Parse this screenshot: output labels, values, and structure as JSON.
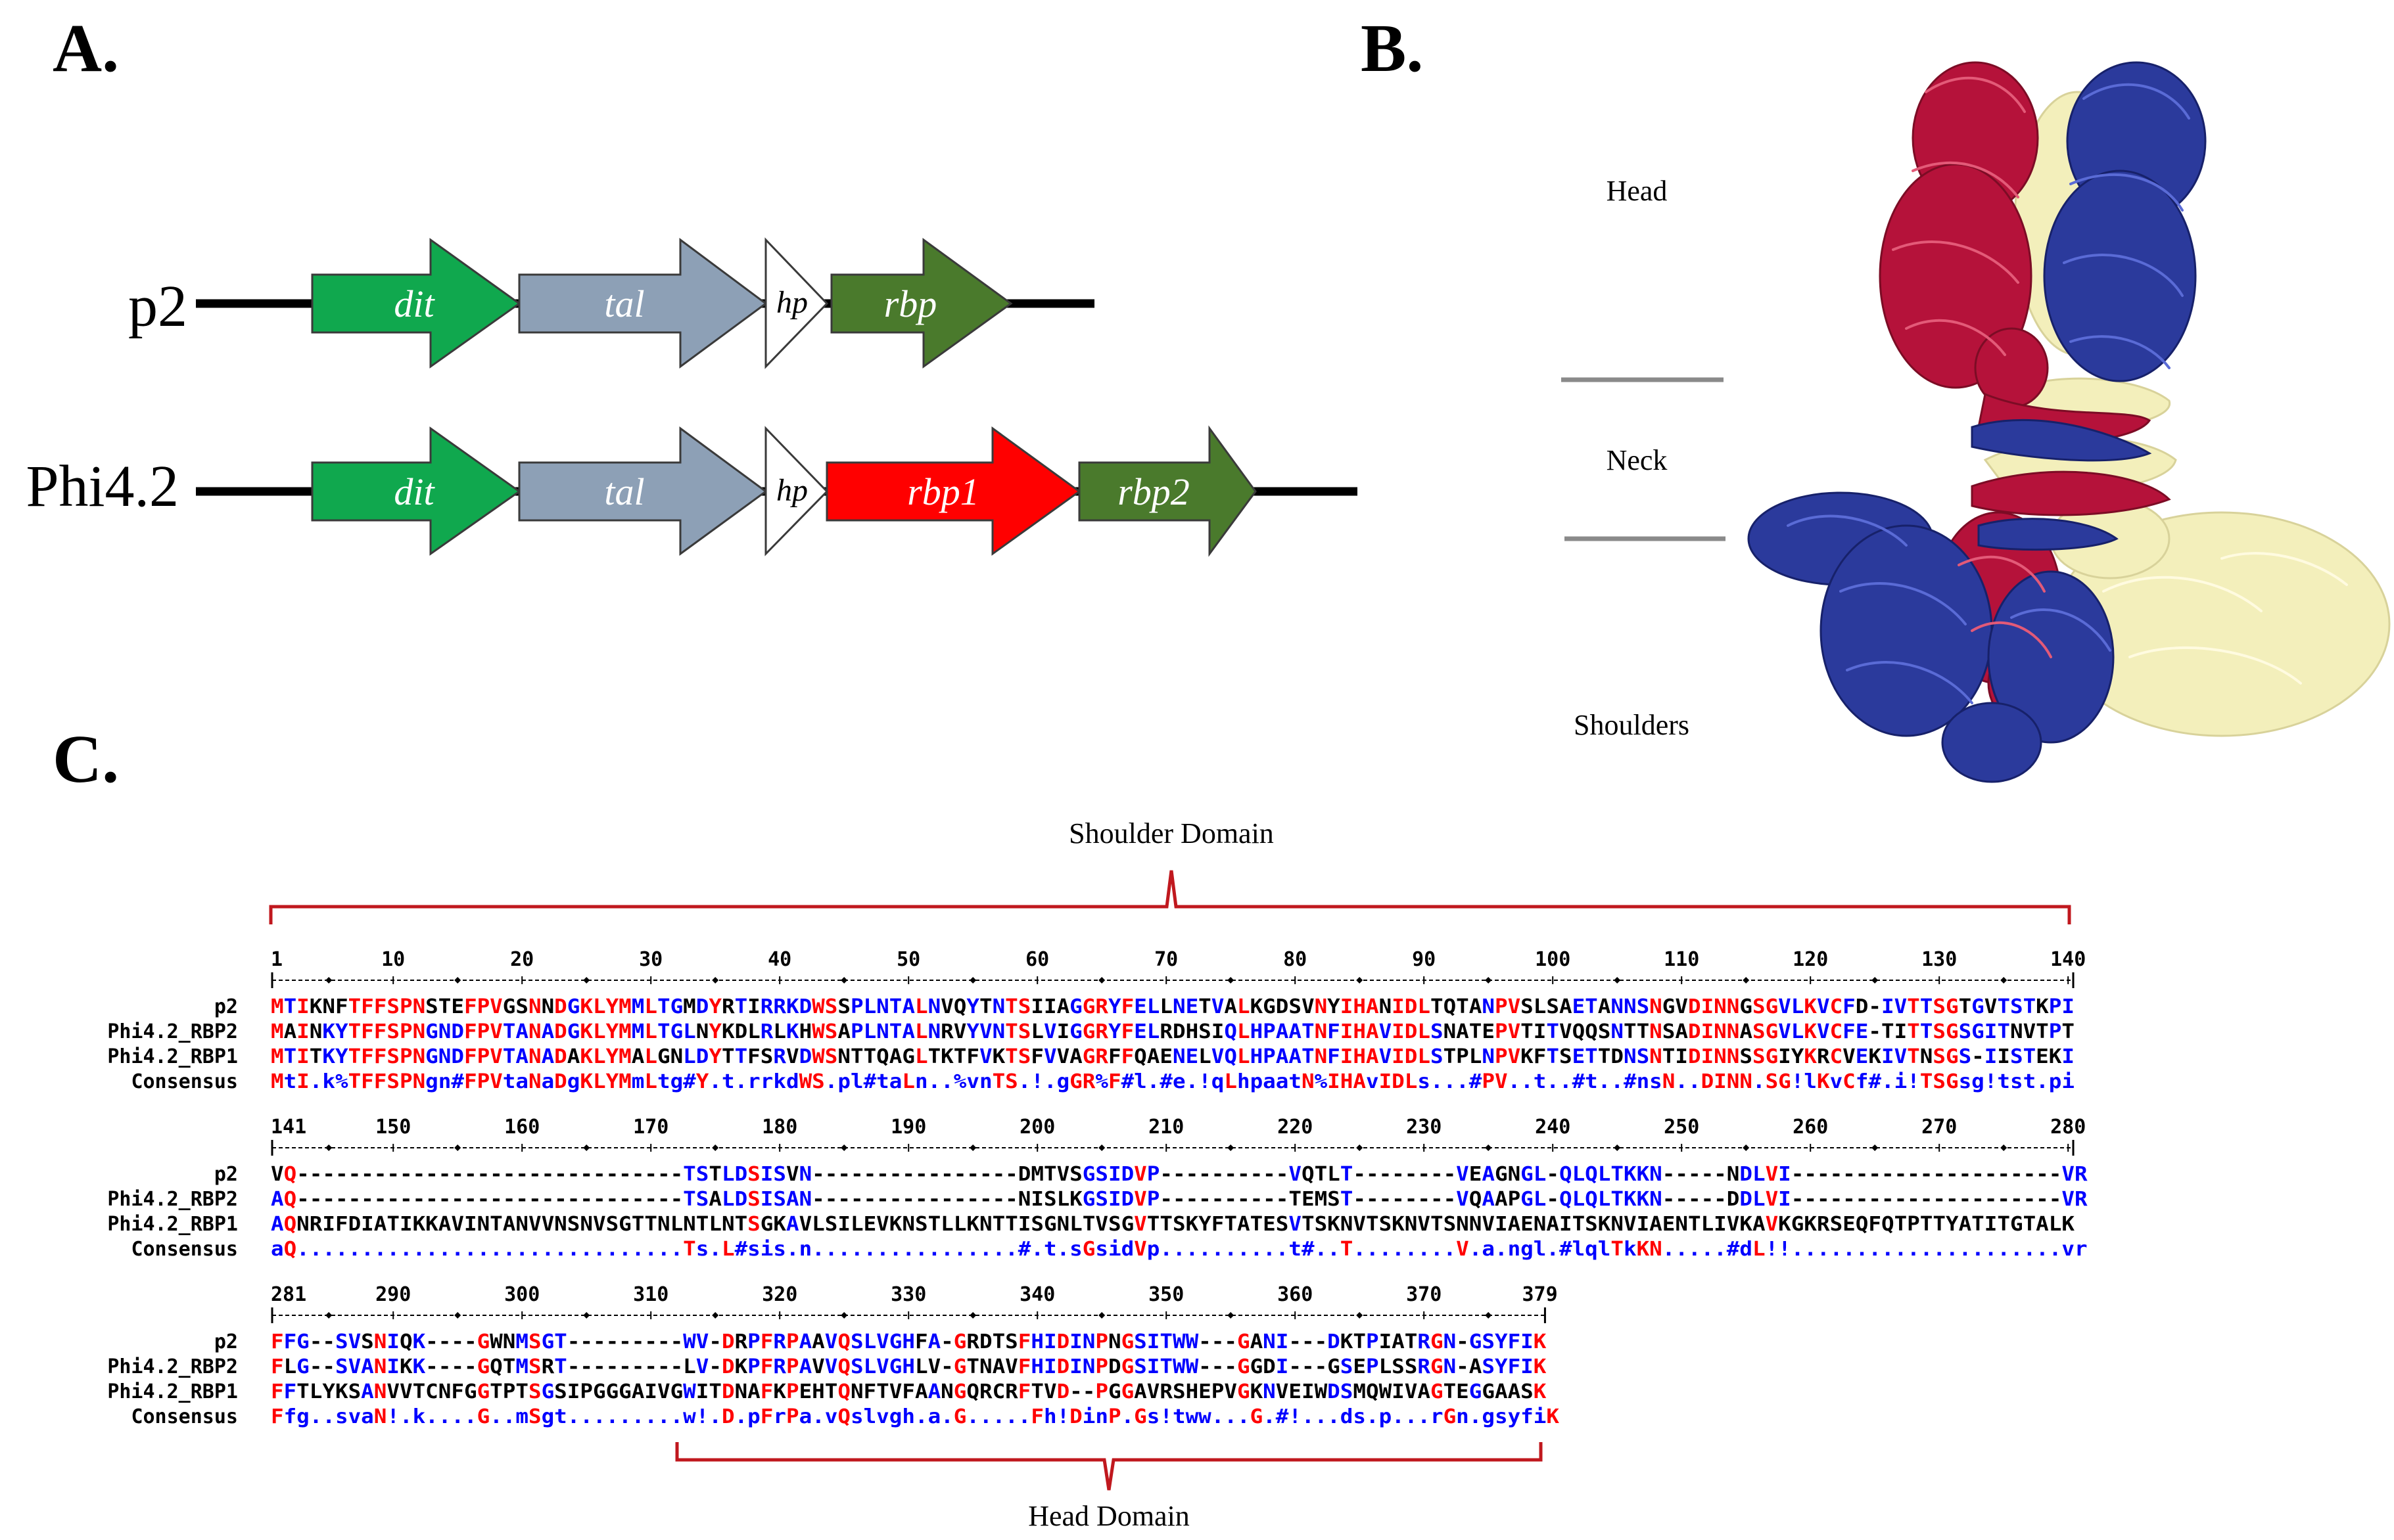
{
  "panels": {
    "a": "A.",
    "b": "B.",
    "c": "C."
  },
  "operons": [
    {
      "name": "p2",
      "genes": [
        {
          "id": "dit",
          "label": "dit",
          "color": "#10a84e"
        },
        {
          "id": "tal",
          "label": "tal",
          "color": "#8da0b6"
        },
        {
          "id": "hp",
          "label": "hp",
          "color": "#ffffff"
        },
        {
          "id": "rbp",
          "label": "rbp",
          "color": "#4a7a2c"
        }
      ]
    },
    {
      "name": "Phi4.2",
      "genes": [
        {
          "id": "dit",
          "label": "dit",
          "color": "#10a84e"
        },
        {
          "id": "tal",
          "label": "tal",
          "color": "#8da0b6"
        },
        {
          "id": "hp",
          "label": "hp",
          "color": "#ffffff"
        },
        {
          "id": "rbp1",
          "label": "rbp1",
          "color": "#ff0000"
        },
        {
          "id": "rbp2",
          "label": "rbp2",
          "color": "#4a7a2c"
        }
      ]
    }
  ],
  "structure": {
    "labels": {
      "head": "Head",
      "neck": "Neck",
      "shoulders": "Shoulders"
    },
    "chain_colors": {
      "chain_a": "#b5123a",
      "chain_b": "#2b3a9c",
      "chain_c": "#f3efbb"
    }
  },
  "alignment": {
    "domain_labels": {
      "shoulder": "Shoulder Domain",
      "head": "Head Domain"
    },
    "colors": {
      "high": "#ff0000",
      "low": "#0000ff",
      "none": "#000000",
      "bracket": "#c0181e"
    },
    "blocks": [
      {
        "start": 1,
        "end": 140,
        "ruler": [
          "1",
          "10",
          "20",
          "30",
          "40",
          "50",
          "60",
          "70",
          "80",
          "90",
          "100",
          "110",
          "120",
          "130",
          "140"
        ],
        "rows": [
          {
            "name": "p2",
            "seq": "MTIKNFTFFSPNSTEFPVGSNNDGKLYMMLTGMDYRTIRRKDWSSPLNTALNVQYTNTSIIAGGRYFELLNETVALKGDSVNYIHANIDLTQTANPVSLSAETANNSNGVDINNGSGVLKVCFD-IVTTSGTGVTSTKPI"
          },
          {
            "name": "Phi4.2_RBP2",
            "seq": "MAINKYTFFSPNGNDFPVTANADGKLYMMLTGLNYKDLRLKHWSAPLNTALNRVYVNTSLVIGGRYFELRDHSIQLHPAATNFIHAVIDLSNATEPVTITVQQSNTTNSADINNASGVLKVCFE-TITTSGSGITNVTPT"
          },
          {
            "name": "Phi4.2_RBP1",
            "seq": "MTITKYTFFSPNGNDFPVTANADAKLYMALGNLDYTTFSRVDWSNTTQAGLTKTFVKTSFVVAGRFFQAENELVQLHPAATNFIHAVIDLSTPLNPVKFTSETTDNSNTIDINNSSGIYKRCVEKIVTNSGS-IISTEKI"
          },
          {
            "name": "Consensus",
            "seq": "MtI.k%TFFSPNgn#FPVtaNaDgKLYMmLtg#Y.t.rrkdWS.pl#taLn..%vnTS.!.gGR%F#l.#e.!qLhpaatN%IHAvIDLs...#PV..t..#t..#nsN..DINN.SG!lKvCf#.i!TSGsg!tst.pi"
          }
        ]
      },
      {
        "start": 141,
        "end": 280,
        "ruler": [
          "141",
          "150",
          "160",
          "170",
          "180",
          "190",
          "200",
          "210",
          "220",
          "230",
          "240",
          "250",
          "260",
          "270",
          "280"
        ],
        "rows": [
          {
            "name": "p2",
            "seq": "VQ------------------------------TSTLDSISVN----------------DMTVSGSIDVP----------VQTLT--------VEAGNGL-QLQLTKKN-----NDLVI---------------------VR"
          },
          {
            "name": "Phi4.2_RBP2",
            "seq": "AQ------------------------------TSALDSISAN----------------NISLKGSIDVP----------TEMST--------VQAAPGL-QLQLTKKN-----DDLVI---------------------VR"
          },
          {
            "name": "Phi4.2_RBP1",
            "seq": "AQNRIFDIATIKKAVINTANVVNSNVSGTTNLNTLNTSGKAVLSILEVKNSTLLKNTTISGNLTVSGVTTSKYFTATESVTSKNVTSKNVTSNNVIAENAITSKNVIAENTLIVKAVKGKRSEQFQTPTTYATITGTALK"
          },
          {
            "name": "Consensus",
            "seq": "aQ..............................Ts.L#sis.n................#.t.sGsidVp..........t#..T........V.a.ngl.#lqlTkKN.....#dL!!.....................vr"
          }
        ]
      },
      {
        "start": 281,
        "end": 379,
        "ruler": [
          "281",
          "290",
          "300",
          "310",
          "320",
          "330",
          "340",
          "350",
          "360",
          "370",
          "379"
        ],
        "rows": [
          {
            "name": "p2",
            "seq": "FFG--SVSNIQK----GWNMSGT---------WV-DRPFRPAAVQSLVGHFA-GRDTSFHIDINPNGSITWW---GANI---DKTPIATRGN-GSYFIK"
          },
          {
            "name": "Phi4.2_RBP2",
            "seq": "FLG--SVANIKK----GQTMSRT---------LV-DKPFRPAVVQSLVGHLV-GTNAVFHIDINPDGSITWW---GGDI---GSEPLSSRGN-ASYFIK"
          },
          {
            "name": "Phi4.2_RBP1",
            "seq": "FFTLYKSANVVTCNFGGTPTSGSIPGGGAIVGWITDNAFKPEHTQNFTVFAANGQRCRFTVD--PGGAVRSHEPVGKNVEIWDSMQWIVAGTEGGAASK"
          },
          {
            "name": "Consensus",
            "seq": "Ffg..svaN!.k....G..mSgt.........w!.D.pFrPa.vQslvgh.a.G.....Fh!DinP.Gs!tww...G.#!...ds.p...rGn.gsyfiK"
          }
        ]
      }
    ]
  }
}
